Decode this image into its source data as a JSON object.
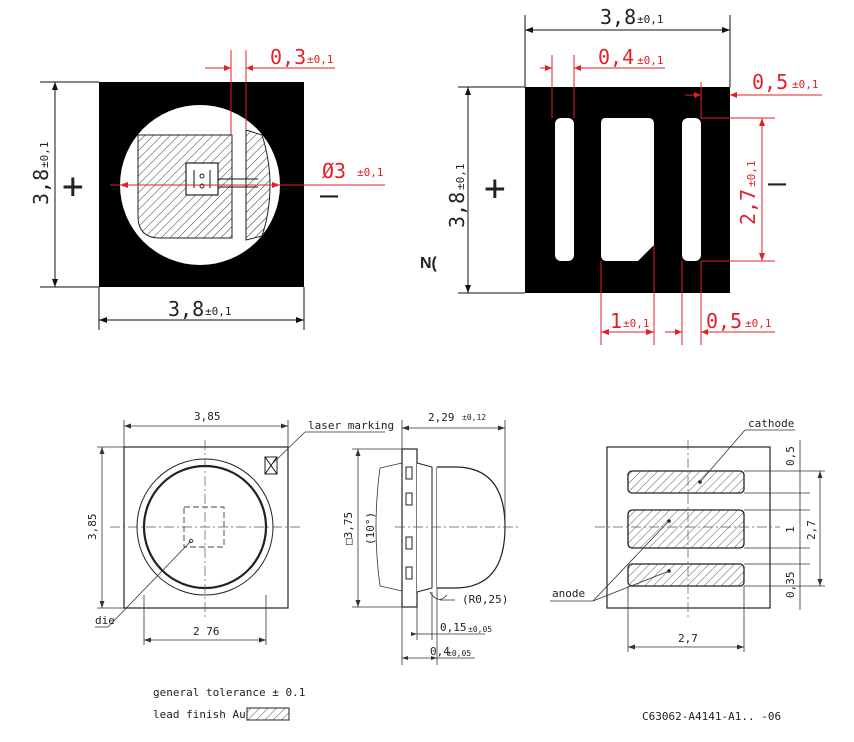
{
  "top_left": {
    "dim_03": "0,3",
    "dim_03_tol": "±0,1",
    "dim_38_left": "3,8",
    "dim_38_left_tol": "±0,1",
    "dim_phi3": "Ø3",
    "dim_phi3_tol": "±0,1",
    "dim_38_bottom": "3,8",
    "dim_38_bottom_tol": "±0,1",
    "plus": "+",
    "minus": "—"
  },
  "top_right": {
    "dim_38_top": "3,8",
    "dim_38_top_tol": "±0,1",
    "dim_04": "0,4",
    "dim_04_tol": "±0,1",
    "dim_05_top": "0,5",
    "dim_05_top_tol": "±0,1",
    "dim_38_left": "3,8",
    "dim_38_left_tol": "±0,1",
    "dim_27": "2,7",
    "dim_27_tol": "±0,1",
    "dim_1": "1",
    "dim_1_tol": "±0,1",
    "dim_05_bottom": "0,5",
    "dim_05_bottom_tol": "±0,1",
    "plus": "+",
    "minus": "—",
    "stray_text": "N("
  },
  "bottom_left": {
    "dim_385_top": "3,85",
    "laser_marking": "laser marking",
    "dim_385_left": "3,85",
    "die": "die",
    "dim_276": "2 76"
  },
  "bottom_mid": {
    "dim_229": "2,29",
    "dim_229_tol": "±0,12",
    "dim_375": "□3,75",
    "angle": "(10°)",
    "radius": "(R0,25)",
    "dim_015": "0,15",
    "dim_015_tol": "±0,05",
    "dim_04": "0,4",
    "dim_04_tol": "±0,05"
  },
  "bottom_right": {
    "cathode": "cathode",
    "anode": "anode",
    "dim_05": "0,5",
    "dim_1": "1",
    "dim_035": "0,35",
    "dim_27_right": "2,7",
    "dim_27_bottom": "2,7"
  },
  "footer": {
    "tolerance": "general tolerance ± 0.1",
    "lead_finish": "lead finish Au",
    "drawing_number": "C63062-A4141-A1.. -06"
  }
}
